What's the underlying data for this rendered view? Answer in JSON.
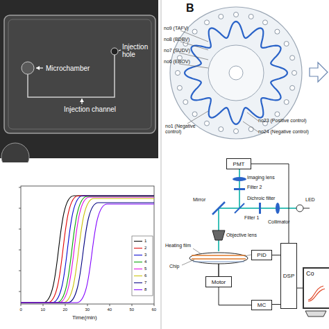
{
  "diagram": {
    "nodes": [
      {
        "text": [
          "PMT"
        ]
      },
      {
        "text": [
          "PID"
        ]
      },
      {
        "text": [
          "DSP"
        ]
      },
      {
        "text": [
          "Motor"
        ]
      },
      {
        "text": [
          "MC"
        ]
      },
      {
        "text": [
          "Co"
        ]
      }
    ],
    "edges": [
      {
        "from": 0,
        "to": 2,
        "arrow": "none"
      },
      {
        "from": 1,
        "to": 2,
        "arrow": "none"
      },
      {
        "from": 3,
        "to": 4,
        "arrow": "none"
      },
      {
        "from": 4,
        "to": 2,
        "arrow": "none"
      },
      {
        "from": 2,
        "to": 5,
        "arrow": "none"
      }
    ],
    "labels": [
      "Microchamber",
      "Injection hole",
      "Injection channel",
      "Time(min)",
      "0",
      "10",
      "20",
      "30",
      "40",
      "50",
      "60",
      "B",
      "no9 (TAFV)",
      "no8 (BDBV)",
      "no7 (SUDV)",
      "no6 (EBOV)",
      "no1 (Negative control)",
      "no23 (Positive control)",
      "no24 (Negative control)",
      "Imaging lens",
      "Filter 2",
      "Mirror",
      "Dichroic filter",
      "Filter 1",
      "Collimator",
      "LED",
      "Objective lens",
      "Heating film",
      "Chip"
    ],
    "legend": [
      {
        "text": "1"
      },
      {
        "text": "2"
      },
      {
        "text": "3"
      },
      {
        "text": "4"
      },
      {
        "text": "5"
      },
      {
        "text": "6"
      },
      {
        "text": "7"
      },
      {
        "text": "8"
      }
    ]
  }
}
